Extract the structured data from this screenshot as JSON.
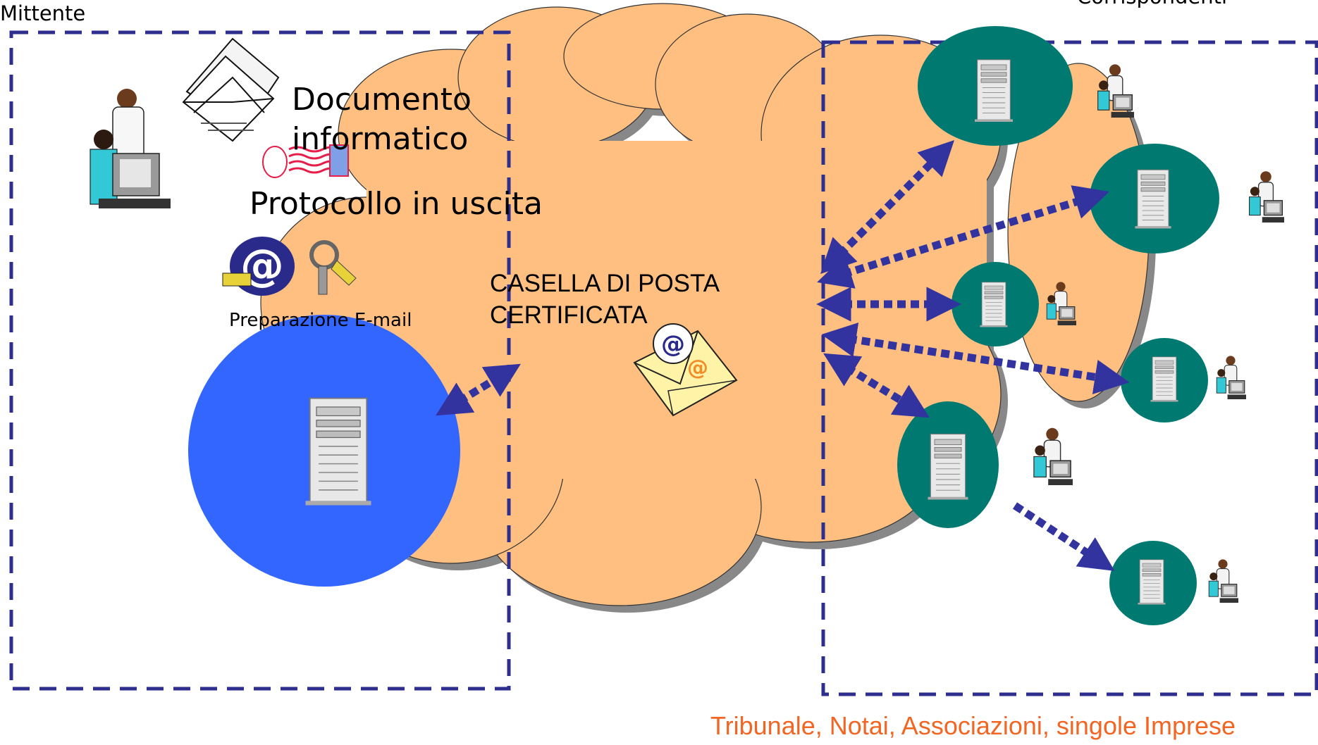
{
  "labels": {
    "sender": "Mittente",
    "recipients": "Corrispondenti",
    "document": "Documento informatico",
    "protocol": "Protocollo in uscita",
    "email_prep": "Preparazione E-mail",
    "pec_box": "CASELLA DI POSTA CERTIFICATA",
    "recipients_types": "Tribunale, Notai, Associazioni, singole Imprese"
  },
  "colors": {
    "cloud_fill": "#FFBF80",
    "cloud_shadow": "#888888",
    "dashed_border": "#2E2E8F",
    "arrow": "#3333A0",
    "sender_server_disk": "#3366FF",
    "recipient_server_disk": "#007A70",
    "caption": "#F26522"
  },
  "icons": {
    "sender_user": "person-at-computer-icon",
    "document": "envelope-letters-icon",
    "stamp": "postage-stamp-icon",
    "email_key": "email-key-icon",
    "pec_mail": "certified-mail-envelope-icon",
    "server": "server-tower-icon"
  },
  "recipient_nodes": [
    {
      "id": "recipient-1"
    },
    {
      "id": "recipient-2"
    },
    {
      "id": "recipient-3"
    },
    {
      "id": "recipient-4"
    },
    {
      "id": "recipient-5"
    },
    {
      "id": "recipient-6"
    }
  ]
}
